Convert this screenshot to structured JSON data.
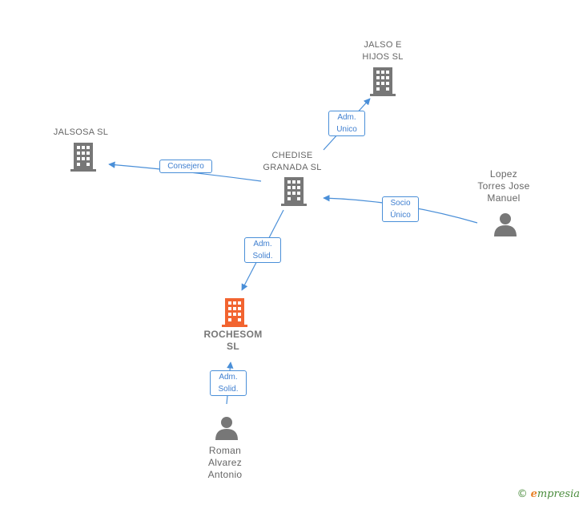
{
  "nodes": {
    "jalso_e_hijos": {
      "label": "JALSO E\nHIJOS SL",
      "kind": "company"
    },
    "jalsosa": {
      "label": "JALSOSA SL",
      "kind": "company"
    },
    "chedise": {
      "label": "CHEDISE\nGRANADA  SL",
      "kind": "company"
    },
    "lopez": {
      "label": "Lopez\nTorres Jose\nManuel",
      "kind": "person"
    },
    "rochesom": {
      "label": "ROCHESOM\nSL",
      "kind": "company-focus"
    },
    "roman": {
      "label": "Roman\nAlvarez\nAntonio",
      "kind": "person"
    }
  },
  "edges": {
    "chedise_jalso": {
      "label": "Adm.\nUnico"
    },
    "chedise_jalsosa": {
      "label": "Consejero"
    },
    "lopez_chedise": {
      "label": "Socio\nÚnico"
    },
    "chedise_rochesom": {
      "label": "Adm.\nSolid."
    },
    "roman_rochesom": {
      "label": "Adm.\nSolid."
    }
  },
  "colors": {
    "company_icon": "#777777",
    "focus_icon": "#f26430",
    "person_icon": "#777777",
    "edge": "#4a8fd8"
  },
  "brand": {
    "copyright": "©",
    "e": "e",
    "rest": "mpresia"
  }
}
